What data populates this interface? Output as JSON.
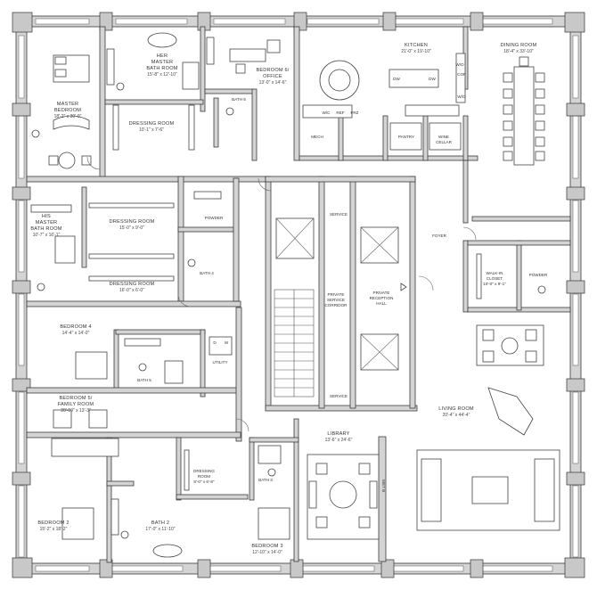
{
  "rooms": {
    "master_bedroom": {
      "name": "MASTER",
      "name2": "BEDROOM",
      "dims": "18'-2\" x 30'-0\""
    },
    "her_bath": {
      "name": "HER",
      "name2": "MASTER",
      "name3": "BATH ROOM",
      "dims": "15'-8\" x 12'-10\""
    },
    "his_dressing": {
      "name": "DRESSING ROOM",
      "dims": "10'-1\" x 7'-6\""
    },
    "bedroom_office": {
      "name": "BEDROOM 6/",
      "name2": "OFFICE",
      "dims": "13'-0\" x 14'-6\""
    },
    "bath6": {
      "name": "BATH 6"
    },
    "kitchen": {
      "name": "KITCHEN",
      "dims": "21'-0\" x 19'-10\""
    },
    "dining": {
      "name": "DINING ROOM",
      "dims": "18'-4\" x 33'-10\""
    },
    "mech": {
      "name": "MECH"
    },
    "pantry": {
      "name": "PANTRY"
    },
    "wine": {
      "name": "WINE",
      "name2": "CELLAR"
    },
    "his_bath": {
      "name": "HIS",
      "name2": "MASTER",
      "name3": "BATH ROOM",
      "dims": "10'-7\" x 16'-1\""
    },
    "dressing_a": {
      "name": "DRESSING ROOM",
      "dims": "15'-0\" x 9'-0\""
    },
    "dressing_b": {
      "name": "DRESSING ROOM",
      "dims": "16'-0\" x 6'-0\""
    },
    "powder1": {
      "name": "POWDER"
    },
    "bath4": {
      "name": "BATH 4"
    },
    "service_top": {
      "name": "SERVICE"
    },
    "service_bottom": {
      "name": "SERVICE"
    },
    "private_corridor": {
      "name": "PRIVATE",
      "name2": "SERVICE",
      "name3": "CORRIDOR"
    },
    "private_reception": {
      "name": "PRIVATE",
      "name2": "RECEPTION",
      "name3": "HALL"
    },
    "foyer": {
      "name": "FOYER"
    },
    "walkin": {
      "name": "WALK-IN",
      "name2": "CLOSET",
      "dims": "10'-0\" x 9'-1\""
    },
    "powder2": {
      "name": "POWDER"
    },
    "bedroom4": {
      "name": "BEDROOM 4",
      "dims": "14'-4\" x 14'-0\""
    },
    "bath5": {
      "name": "BATH 5"
    },
    "utility": {
      "name": "UTILITY"
    },
    "bedroom5": {
      "name": "BEDROOM 5/",
      "name2": "FAMILY ROOM",
      "dims": "20'-10\" x 13'-3\""
    },
    "living": {
      "name": "LIVING ROOM",
      "dims": "20'-4\" x 44'-4\""
    },
    "library": {
      "name": "LIBRARY",
      "dims": "13'-6\" x 24'-6\""
    },
    "dressing_c": {
      "name": "DRESSING",
      "name2": "ROOM",
      "dims": "8'-0\" x 6'-8\""
    },
    "bath2": {
      "name": "BATH 2",
      "dims": "17'-0\" x 11'-10\""
    },
    "bath3": {
      "name": "BATH 3"
    },
    "bedroom2": {
      "name": "BEDROOM 2",
      "dims": "15'-2\" x 18'-2\""
    },
    "bedroom3": {
      "name": "BEDROOM 3",
      "dims": "12'-10\" x 14'-0\""
    },
    "wet_bar": {
      "name": "WET B"
    }
  },
  "appliance_labels": {
    "dw1": "DW",
    "dw2": "DW",
    "wc": "W/C",
    "ref": "REF",
    "frz": "FRZ",
    "wo1": "W/O",
    "wo2": "W/O",
    "cof": "COF",
    "dw3": "D",
    "w": "W"
  }
}
